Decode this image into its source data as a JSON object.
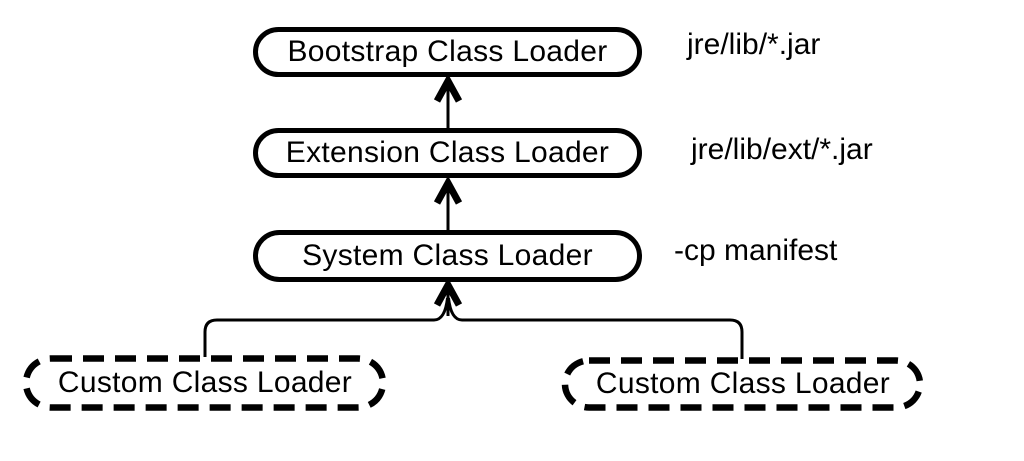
{
  "diagram": {
    "type": "hierarchy",
    "background_color": "#ffffff",
    "stroke_color": "#000000",
    "text_color": "#000000",
    "nodes": {
      "bootstrap": {
        "label": "Bootstrap Class Loader",
        "annotation": "jre/lib/*.jar",
        "border": "solid"
      },
      "extension": {
        "label": "Extension Class Loader",
        "annotation": "jre/lib/ext/*.jar",
        "border": "solid"
      },
      "system": {
        "label": "System Class Loader",
        "annotation": "-cp manifest",
        "border": "solid"
      },
      "custom_left": {
        "label": "Custom Class Loader",
        "border": "dashed"
      },
      "custom_right": {
        "label": "Custom Class Loader",
        "border": "dashed"
      }
    },
    "edges": [
      {
        "from": "extension",
        "to": "bootstrap",
        "style": "arrow-up"
      },
      {
        "from": "system",
        "to": "extension",
        "style": "arrow-up"
      },
      {
        "from": "custom_left",
        "to": "system",
        "style": "arrow-up-merged"
      },
      {
        "from": "custom_right",
        "to": "system",
        "style": "arrow-up-merged"
      }
    ]
  }
}
